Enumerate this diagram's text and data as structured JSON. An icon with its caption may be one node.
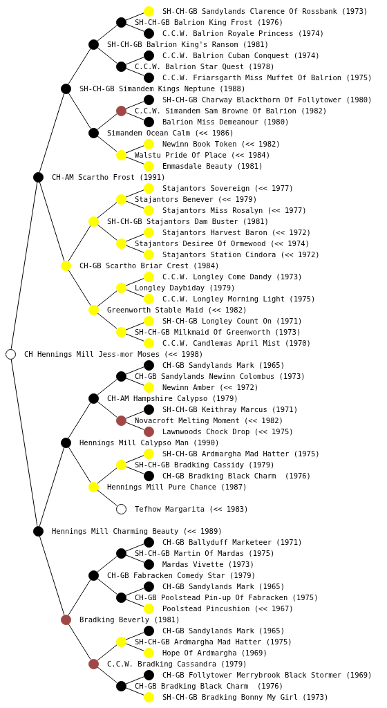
{
  "diagram": {
    "nodes": [
      {
        "text": [
          "SH-CH-GB Sandylands Clarence Of Rossbank (1973)"
        ]
      },
      {
        "text": [
          "SH-CH-GB Balrion King Frost (1976)"
        ]
      },
      {
        "text": [
          "C.C.W. Balrion Royale Princess (1974)"
        ]
      },
      {
        "text": [
          "SH-CH-GB Balrion King's Ransom (1981)"
        ]
      },
      {
        "text": [
          "C.C.W. Balrion Cuban Conquest (1974)"
        ]
      },
      {
        "text": [
          "C.C.W. Balrion Star Quest (1978)"
        ]
      },
      {
        "text": [
          "C.C.W. Friarsgarth Miss Muffet Of Balrion (1975)"
        ]
      },
      {
        "text": [
          "SH-CH-GB Simandem Kings Neptune (1988)"
        ]
      },
      {
        "text": [
          "SH-CH-GB Charway Blackthorn Of Follytower (1980)"
        ]
      },
      {
        "text": [
          "C.C.W. Simandem Sam Browne Of Balrion (1982)"
        ]
      },
      {
        "text": [
          "Balrion Miss Demeanour (1980)"
        ]
      },
      {
        "text": [
          "Simandem Ocean Calm (<< 1986)"
        ]
      },
      {
        "text": [
          "Newinn Book Token (<< 1982)"
        ]
      },
      {
        "text": [
          "Walstu Pride Of Place (<< 1984)"
        ]
      },
      {
        "text": [
          "Emmasdale Beauty (1981)"
        ]
      },
      {
        "text": [
          "CH-AM Scartho Frost (1991)"
        ]
      },
      {
        "text": [
          "Stajantors Sovereign (<< 1977)"
        ]
      },
      {
        "text": [
          "Stajantors Benever (<< 1979)"
        ]
      },
      {
        "text": [
          "Stajantors Miss Rosalyn (<< 1977)"
        ]
      },
      {
        "text": [
          "SH-CH-GB Stajantors Dam Buster (1981)"
        ]
      },
      {
        "text": [
          "Stajantors Harvest Baron (<< 1972)"
        ]
      },
      {
        "text": [
          "Stajantors Desiree Of Ormewood (<< 1974)"
        ]
      },
      {
        "text": [
          "Stajantors Station Cindora (<< 1972)"
        ]
      },
      {
        "text": [
          "CH-GB Scartho Briar Crest (1984)"
        ]
      },
      {
        "text": [
          "C.C.W. Longley Come Dandy (1973)"
        ]
      },
      {
        "text": [
          "Longley Daybiday (1979)"
        ]
      },
      {
        "text": [
          "C.C.W. Longley Morning Light (1975)"
        ]
      },
      {
        "text": [
          "Greenworth Stable Maid (<< 1982)"
        ]
      },
      {
        "text": [
          "SH-CH-GB Longley Count On (1971)"
        ]
      },
      {
        "text": [
          "SH-CH-GB Milkmaid Of Greenworth (1973)"
        ]
      },
      {
        "text": [
          "C.C.W. Candlemas April Mist (1970)"
        ]
      },
      {
        "text": [
          "CH Hennings Mill Jess-mor Moses (<< 1998)"
        ]
      },
      {
        "text": [
          "CH-GB Sandylands Mark (1965)"
        ]
      },
      {
        "text": [
          "CH-GB Sandylands Newinn Colombus (1973)"
        ]
      },
      {
        "text": [
          "Newinn Amber (<< 1972)"
        ]
      },
      {
        "text": [
          "CH-AM Hampshire Calypso (1979)"
        ]
      },
      {
        "text": [
          "SH-CH-GB Keithray Marcus (1971)"
        ]
      },
      {
        "text": [
          "Novacroft Melting Moment (<< 1982)"
        ]
      },
      {
        "text": [
          "Lawnwoods Chock Drop (<< 1975)"
        ]
      },
      {
        "text": [
          "Hennings Mill Calypso Man (1990)"
        ]
      },
      {
        "text": [
          "SH-CH-GB Ardmargha Mad Hatter (1975)"
        ]
      },
      {
        "text": [
          "SH-CH-GB Bradking Cassidy (1979)"
        ]
      },
      {
        "text": [
          "CH-GB Bradking Black Charm  (1976)"
        ]
      },
      {
        "text": [
          "Hennings Mill Pure Chance (1987)"
        ]
      },
      {
        "text": [
          "Tefhow Margarita (<< 1983)"
        ]
      },
      {
        "text": [
          "Hennings Mill Charming Beauty (<< 1989)"
        ]
      },
      {
        "text": [
          "CH-GB Ballyduff Marketeer (1971)"
        ]
      },
      {
        "text": [
          "SH-CH-GB Martin Of Mardas (1975)"
        ]
      },
      {
        "text": [
          "Mardas Vivette (1973)"
        ]
      },
      {
        "text": [
          "CH-GB Fabracken Comedy Star (1979)"
        ]
      },
      {
        "text": [
          "CH-GB Sandylands Mark (1965)"
        ]
      },
      {
        "text": [
          "CH-GB Poolstead Pin-up Of Fabracken (1975)"
        ]
      },
      {
        "text": [
          "Poolstead Pincushion (<< 1967)"
        ]
      },
      {
        "text": [
          "Bradking Beverly (1981)"
        ]
      },
      {
        "text": [
          "CH-GB Sandylands Mark (1965)"
        ]
      },
      {
        "text": [
          "SH-CH-GB Ardmargha Mad Hatter (1975)"
        ]
      },
      {
        "text": [
          "Hope Of Ardmargha (1969)"
        ]
      },
      {
        "text": [
          "C.C.W. Bradking Cassandra (1979)"
        ]
      },
      {
        "text": [
          "CH-GB Follytower Merrybrook Black Stormer (1969)"
        ]
      },
      {
        "text": [
          "CH-GB Bradking Black Charm  (1976)"
        ]
      },
      {
        "text": [
          "SH-CH-GB Bradking Bonny My Girl (1973)"
        ]
      }
    ],
    "edges": [
      {
        "from": 31,
        "to": 15,
        "arrow": "none"
      },
      {
        "from": 31,
        "to": 45,
        "arrow": "none"
      },
      {
        "from": 15,
        "to": 7,
        "arrow": "none"
      },
      {
        "from": 15,
        "to": 23,
        "arrow": "none"
      },
      {
        "from": 45,
        "to": 39,
        "arrow": "none"
      },
      {
        "from": 45,
        "to": 53,
        "arrow": "none"
      },
      {
        "from": 7,
        "to": 3,
        "arrow": "none"
      },
      {
        "from": 7,
        "to": 11,
        "arrow": "none"
      },
      {
        "from": 23,
        "to": 19,
        "arrow": "none"
      },
      {
        "from": 23,
        "to": 27,
        "arrow": "none"
      },
      {
        "from": 39,
        "to": 35,
        "arrow": "none"
      },
      {
        "from": 39,
        "to": 43,
        "arrow": "none"
      },
      {
        "from": 53,
        "to": 49,
        "arrow": "none"
      },
      {
        "from": 53,
        "to": 57,
        "arrow": "none"
      },
      {
        "from": 3,
        "to": 1,
        "arrow": "none"
      },
      {
        "from": 3,
        "to": 5,
        "arrow": "none"
      },
      {
        "from": 11,
        "to": 9,
        "arrow": "none"
      },
      {
        "from": 11,
        "to": 13,
        "arrow": "none"
      },
      {
        "from": 19,
        "to": 17,
        "arrow": "none"
      },
      {
        "from": 19,
        "to": 21,
        "arrow": "none"
      },
      {
        "from": 27,
        "to": 25,
        "arrow": "none"
      },
      {
        "from": 27,
        "to": 29,
        "arrow": "none"
      },
      {
        "from": 35,
        "to": 33,
        "arrow": "none"
      },
      {
        "from": 35,
        "to": 37,
        "arrow": "none"
      },
      {
        "from": 43,
        "to": 41,
        "arrow": "none"
      },
      {
        "from": 43,
        "to": 44,
        "arrow": "none"
      },
      {
        "from": 49,
        "to": 47,
        "arrow": "none"
      },
      {
        "from": 49,
        "to": 51,
        "arrow": "none"
      },
      {
        "from": 57,
        "to": 55,
        "arrow": "none"
      },
      {
        "from": 57,
        "to": 59,
        "arrow": "none"
      },
      {
        "from": 1,
        "to": 0,
        "arrow": "none"
      },
      {
        "from": 1,
        "to": 2,
        "arrow": "none"
      },
      {
        "from": 5,
        "to": 4,
        "arrow": "none"
      },
      {
        "from": 5,
        "to": 6,
        "arrow": "none"
      },
      {
        "from": 9,
        "to": 8,
        "arrow": "none"
      },
      {
        "from": 9,
        "to": 10,
        "arrow": "none"
      },
      {
        "from": 13,
        "to": 12,
        "arrow": "none"
      },
      {
        "from": 13,
        "to": 14,
        "arrow": "none"
      },
      {
        "from": 17,
        "to": 16,
        "arrow": "none"
      },
      {
        "from": 17,
        "to": 18,
        "arrow": "none"
      },
      {
        "from": 21,
        "to": 20,
        "arrow": "none"
      },
      {
        "from": 21,
        "to": 22,
        "arrow": "none"
      },
      {
        "from": 25,
        "to": 24,
        "arrow": "none"
      },
      {
        "from": 25,
        "to": 26,
        "arrow": "none"
      },
      {
        "from": 29,
        "to": 28,
        "arrow": "none"
      },
      {
        "from": 29,
        "to": 30,
        "arrow": "none"
      },
      {
        "from": 33,
        "to": 32,
        "arrow": "none"
      },
      {
        "from": 33,
        "to": 34,
        "arrow": "none"
      },
      {
        "from": 37,
        "to": 36,
        "arrow": "none"
      },
      {
        "from": 37,
        "to": 38,
        "arrow": "none"
      },
      {
        "from": 41,
        "to": 40,
        "arrow": "none"
      },
      {
        "from": 41,
        "to": 42,
        "arrow": "none"
      },
      {
        "from": 47,
        "to": 46,
        "arrow": "none"
      },
      {
        "from": 47,
        "to": 48,
        "arrow": "none"
      },
      {
        "from": 51,
        "to": 50,
        "arrow": "none"
      },
      {
        "from": 51,
        "to": 52,
        "arrow": "none"
      },
      {
        "from": 55,
        "to": 54,
        "arrow": "none"
      },
      {
        "from": 55,
        "to": 56,
        "arrow": "none"
      },
      {
        "from": 59,
        "to": 58,
        "arrow": "none"
      },
      {
        "from": 59,
        "to": 60,
        "arrow": "none"
      }
    ]
  }
}
